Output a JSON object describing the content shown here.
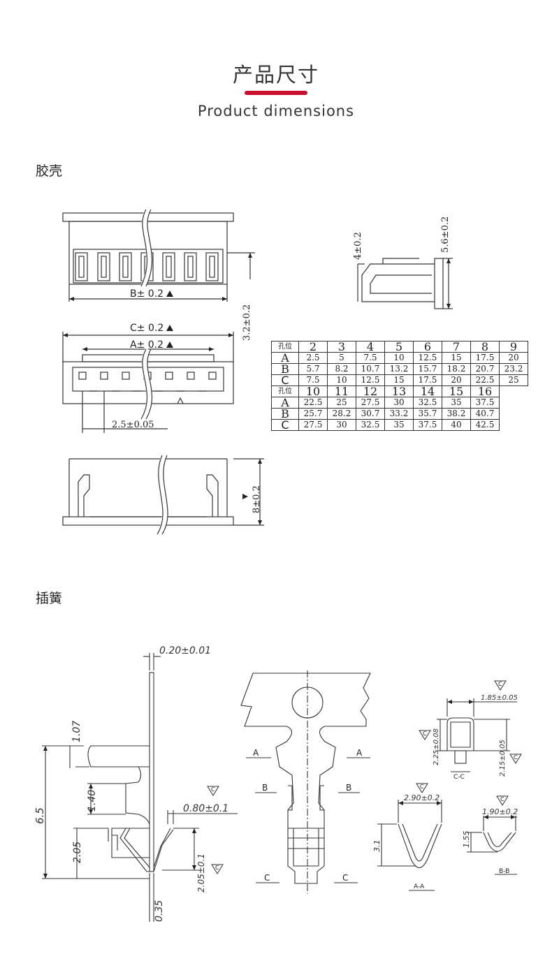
{
  "header": {
    "title_cn": "产品尺寸",
    "title_en": "Product dimensions",
    "accent_color": "#c8102e"
  },
  "sections": {
    "housing": "胶壳",
    "terminal": "插簧"
  },
  "housing_dims": {
    "b_tol": "B± 0.2",
    "c_tol": "C± 0.2",
    "a_tol": "A± 0.2",
    "h32": "3.2±0.2",
    "pitch": "2.5±0.05",
    "h4": "4±0.2",
    "h56": "5.6±0.2",
    "h8": "8±0.2"
  },
  "table": {
    "head_label": "孔位",
    "row_labels": [
      "A",
      "B",
      "C"
    ],
    "top_cols": [
      "2",
      "3",
      "4",
      "5",
      "6",
      "7",
      "8",
      "9"
    ],
    "top_rows": [
      [
        "2.5",
        "5",
        "7.5",
        "10",
        "12.5",
        "15",
        "17.5",
        "20"
      ],
      [
        "5.7",
        "8.2",
        "10.7",
        "13.2",
        "15.7",
        "18.2",
        "20.7",
        "23.2"
      ],
      [
        "7.5",
        "10",
        "12.5",
        "15",
        "17.5",
        "20",
        "22.5",
        "25"
      ]
    ],
    "bottom_cols": [
      "10",
      "11",
      "12",
      "13",
      "14",
      "15",
      "16"
    ],
    "bottom_rows": [
      [
        "22.5",
        "25",
        "27.5",
        "30",
        "32.5",
        "35",
        "37.5"
      ],
      [
        "25.7",
        "28.2",
        "30.7",
        "33.2",
        "35.7",
        "38.2",
        "40.7"
      ],
      [
        "27.5",
        "30",
        "32.5",
        "35",
        "37.5",
        "40",
        "42.5"
      ]
    ]
  },
  "terminal_dims": {
    "t020": "0.20±0.01",
    "t107": "1.07",
    "t65": "6.5",
    "t140": "1.40",
    "t080": "0.80±0.1",
    "t205": "2.05",
    "t205b": "2.05±0.1",
    "t035": "0.35",
    "sec_a": "A",
    "sec_b": "B",
    "sec_c": "C",
    "t185": "1.85±0.05",
    "t225": "2.25±0.08",
    "t215": "2.15±0.05",
    "cc": "C-C",
    "t290": "2.90±0.2",
    "t31": "3.1",
    "aa": "A-A",
    "t190": "1.90±0.2",
    "t155": "1.55",
    "bb": "B-B",
    "cflag": "C"
  }
}
